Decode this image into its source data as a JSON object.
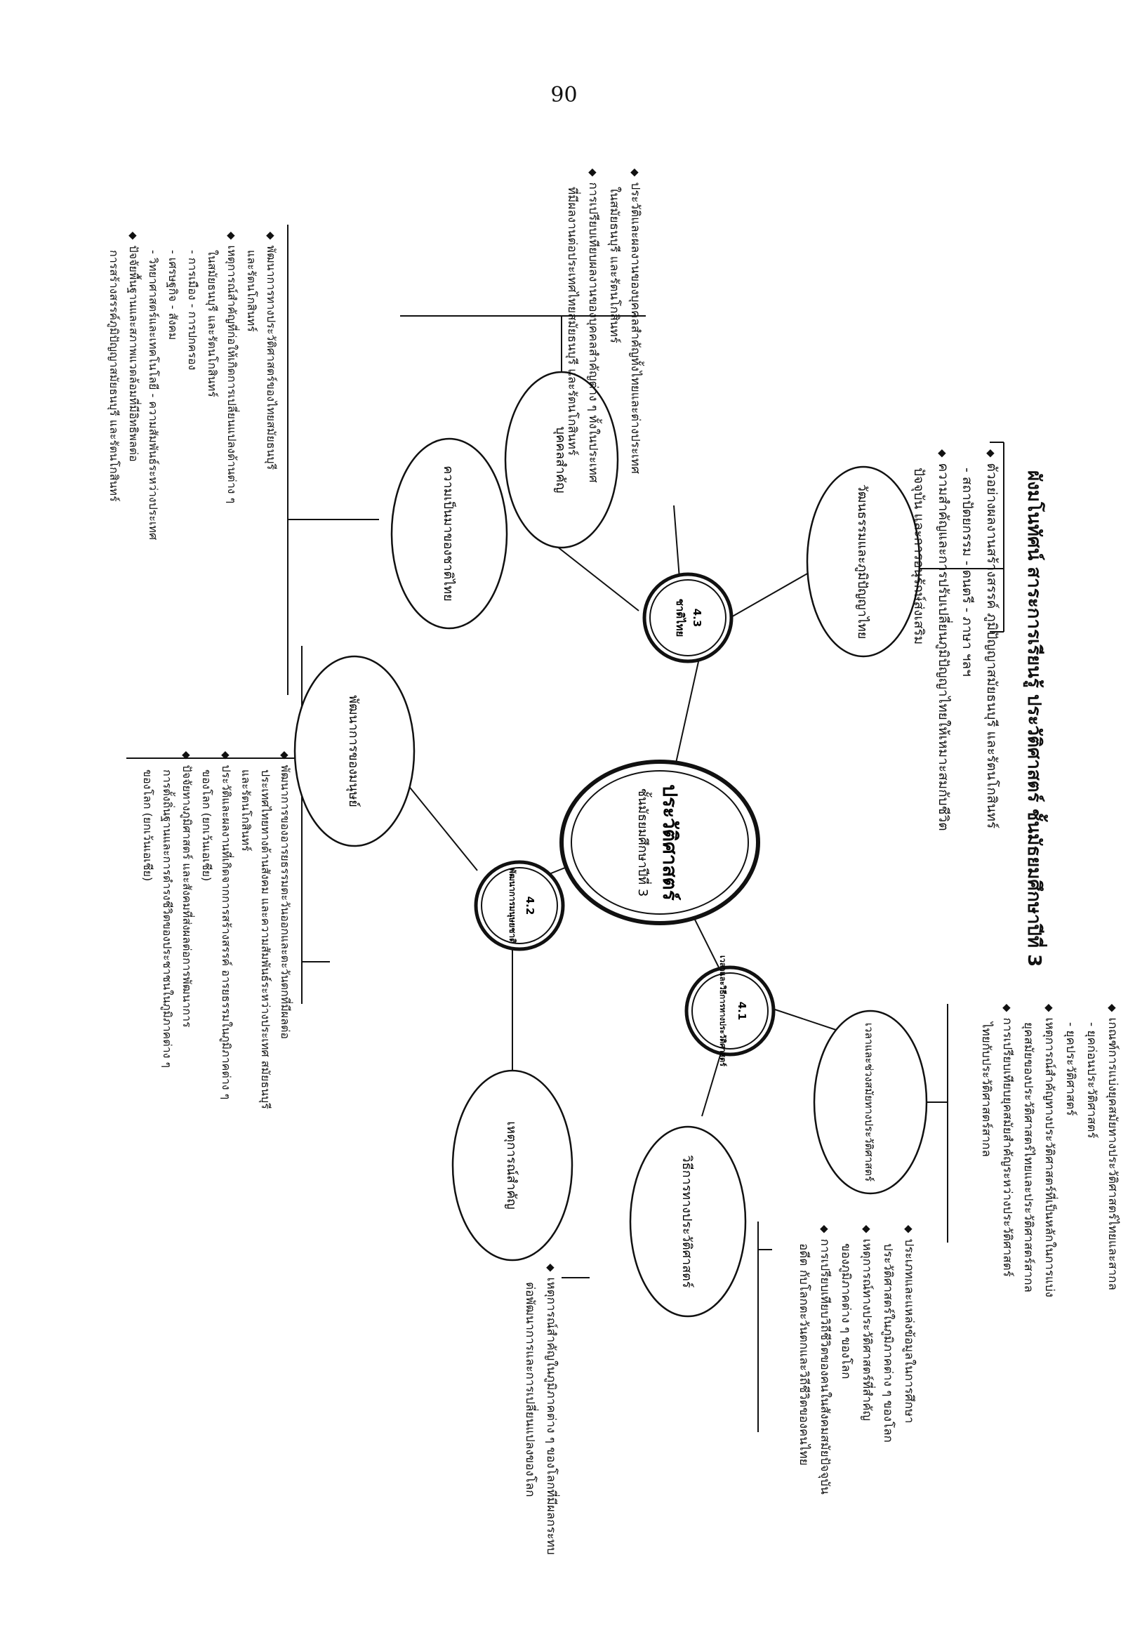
{
  "page_number": "90",
  "title": "ผังมโนทัศน์ สาระการเรียนรู้ ประวัติศาสตร์ ชั้นมัธยมศึกษาปีที่ 3",
  "center": {
    "main": "ประวัติศาสตร์",
    "sub": "ชั้นมัธยมศึกษาปีที่ 3"
  },
  "units": {
    "u41": {
      "num": "4.1",
      "label": "เวลาและวิธีการทางประวัติศาสตร์"
    },
    "u42": {
      "num": "4.2",
      "label": "พัฒนาการมนุษยชาติ"
    },
    "u43": {
      "num": "4.3",
      "label": "ชาติไทย"
    }
  },
  "topics": {
    "time_era": "เวลาและช่วงสมัยทางประวัติศาสตร์",
    "method": "วิธีการทางประวัติศาสตร์",
    "events": "เหตุการณ์สำคัญ",
    "development": "พัฒนาการของมนุษย์",
    "culture": "วัฒนธรรมและภูมิปัญญาไทย",
    "persons": "บุคคลสำคัญ",
    "thai_nation": "ความเป็นมาของชาติไทย"
  },
  "details": {
    "culture": [
      "ตัวอย่างผลงานสร้างสรรค์ ภูมิปัญญาสมัยธนบุรี และรัตนโกสินทร์",
      "- สถาปัตยกรรม - ดนตรี - ภาษา ฯลฯ",
      "ความสำคัญและการปรับเปลี่ยนภูมิปัญญาไทยให้เหมาะสมกับชีวิต",
      "ปัจจุบัน และการอนุรักษ์ส่งเสริม"
    ],
    "time_era": [
      "เกณฑ์การแบ่งยุคสมัยทางประวัติศาสตร์ไทยและสากล",
      "- ยุคก่อนประวัติศาสตร์",
      "- ยุคประวัติศาสตร์",
      "เหตุการณ์สำคัญทางประวัติศาสตร์ที่เป็นหลักในการแบ่ง",
      "ยุคสมัยของประวัติศาสตร์ไทยและประวัติศาสตร์สากล",
      "การเปรียบเทียบยุคสมัยสำคัญระหว่างประวัติศาสตร์",
      "ไทยกับประวัติศาสตร์สากล"
    ],
    "method": [
      "ประเภทและแหล่งข้อมูลในการศึกษา",
      "ประวัติศาสตร์ในภูมิภาคต่าง ๆ ของโลก",
      "เหตุการณ์ทางประวัติศาสตร์ที่สำคัญ",
      "ของภูมิภาคต่าง ๆ ของโลก",
      "การเปรียบเทียบวิถีชีวิตของคนในสังคมสมัยปัจจุบัน",
      "อดีต กับโลกตะวันตกและวิถีชีวิตของคนไทย"
    ],
    "events": [
      "เหตุการณ์สำคัญในภูมิภาคต่าง ๆ ของโลกที่มีผลกระทบ",
      "ต่อพัฒนาการและการเปลี่ยนแปลงของโลก"
    ],
    "development": [
      "พัฒนาการของอารยธรรมตะวันออกและตะวันตกที่มีผลต่อ",
      "ประเทศไทยทางด้านสังคม และความสัมพันธ์ระหว่างประเทศ สมัยธนบุรี",
      "และรัตนโกสินทร์",
      "ประวัติและผลงานที่เกิดจากการสร้างสรรค์ อารยธรรมในภูมิภาคต่าง ๆ",
      "ของโลก (ยกเว้นเอเชีย)",
      "ปัจจัยทางภูมิศาสตร์ และสังคมที่ส่งผลต่อการพัฒนาการ",
      "การตั้งถิ่นฐานและการดำรงชีวิตของประชาชนในภูมิภาคต่าง ๆ",
      "ของโลก (ยกเว้นเอเชีย)"
    ],
    "persons": [
      "ประวัติและผลงานของบุคคลสำคัญทั้งไทยและต่างประเทศ",
      "ในสมัยธนบุรี และรัตนโกสินทร์",
      "การเปรียบเทียบผลงานของบุคคลสำคัญต่าง ๆ ทั้งในประเทศ",
      "ที่มีผลงานต่อประเทศไทยสมัยธนบุรี และรัตนโกสินทร์"
    ],
    "thai_nation": [
      "พัฒนาการทางประวัติศาสตร์ของไทยสมัยธนบุรี",
      "และรัตนโกสินทร์",
      "เหตุการณ์สำคัญที่ก่อให้เกิดการเปลี่ยนแปลงด้านต่าง ๆ",
      "ในสมัยธนบุรี และรัตนโกสินทร์",
      "- การเมือง - การปกครอง",
      "- เศรษฐกิจ - สังคม",
      "- วิทยาศาสตร์และเทคโนโลยี - ความสัมพันธ์ระหว่างประเทศ",
      "ปัจจัยพื้นฐานและสภาพแวดล้อมที่มีอิทธิพลต่อ",
      "การสร้างสรรค์ภูมิปัญญาสมัยธนบุรี และรัตนโกสินทร์"
    ]
  }
}
